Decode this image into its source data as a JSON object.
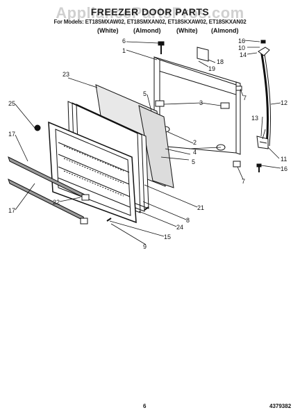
{
  "watermark": "AppliancePartsPros.com",
  "title": "FREEZER DOOR PARTS",
  "models_line": "For Models: ET18SMXAW02, ET18SMXAN02, ET18SKXAW02, ET18SKXAN02",
  "color_labels": [
    "(White)",
    "(Almond)",
    "(White)",
    "(Almond)"
  ],
  "callouts": {
    "c1": "1",
    "c2": "2",
    "c3": "3",
    "c4": "4",
    "c5": "5",
    "c5b": "5",
    "c6": "6",
    "c7": "7",
    "c7b": "7",
    "c8": "8",
    "c9": "9",
    "c10": "10",
    "c11": "11",
    "c12": "12",
    "c13": "13",
    "c14": "14",
    "c15": "15",
    "c16": "16",
    "c16b": "16",
    "c17": "17",
    "c17b": "17",
    "c18": "18",
    "c19": "19",
    "c21": "21",
    "c22": "22",
    "c23": "23",
    "c24": "24",
    "c25": "25"
  },
  "footer": {
    "page_number": "6",
    "doc_number": "4379382"
  }
}
